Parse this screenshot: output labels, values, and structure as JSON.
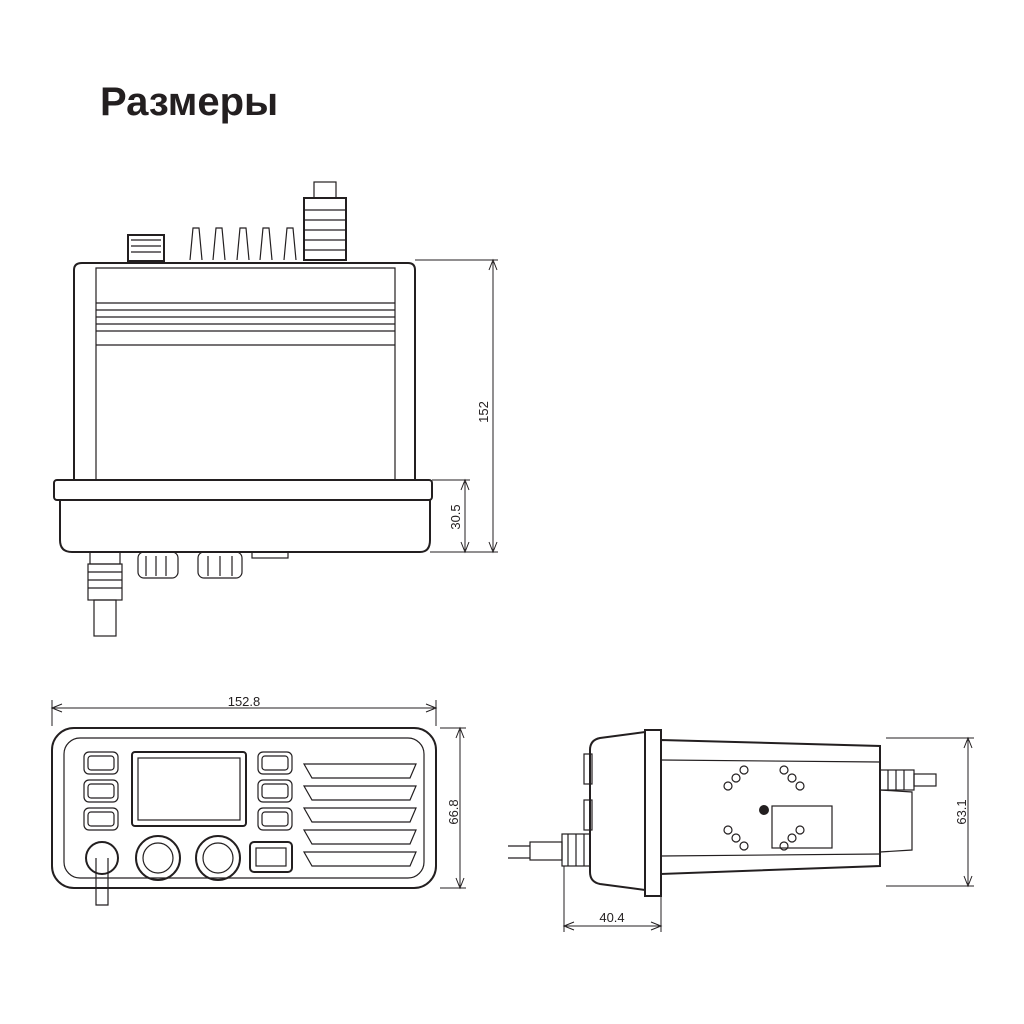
{
  "title": "Размеры",
  "dimensions": {
    "height_total": "152",
    "height_base": "30.5",
    "width_front": "152.8",
    "height_front": "66.8",
    "depth_side": "40.4",
    "height_side": "63.1"
  }
}
